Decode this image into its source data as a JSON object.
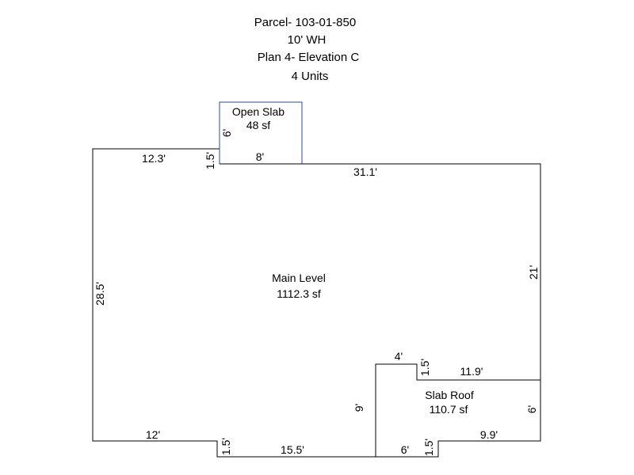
{
  "header": {
    "parcel": "Parcel- 103-01-850",
    "wall_height": "10' WH",
    "plan": "Plan 4- Elevation C",
    "units": "4 Units"
  },
  "areas": {
    "open_slab": {
      "name": "Open Slab",
      "area": "48 sf"
    },
    "main_level": {
      "name": "Main Level",
      "area": "1112.3 sf"
    },
    "slab_roof": {
      "name": "Slab Roof",
      "area": "110.7 sf"
    }
  },
  "dimensions": {
    "open_slab_side": "6'",
    "open_slab_width": "8'",
    "top_left_width": "12.3'",
    "top_left_step": "1.5'",
    "top_right_width": "31.1'",
    "right_side": "21'",
    "left_side": "28.5'",
    "bottom_left_width": "12'",
    "bottom_left_step": "1.5'",
    "bottom_middle_width": "15.5'",
    "notch_width": "4'",
    "notch_step": "1.5'",
    "notch_side": "9'",
    "slab_roof_top": "11.9'",
    "slab_roof_side": "6'",
    "slab_roof_bottom_width": "6'",
    "slab_roof_bottom_step": "1.5'",
    "slab_roof_bottom_right": "9.9'"
  },
  "colors": {
    "outline": "#000000",
    "open_slab_outline": "#2b4f8c"
  }
}
